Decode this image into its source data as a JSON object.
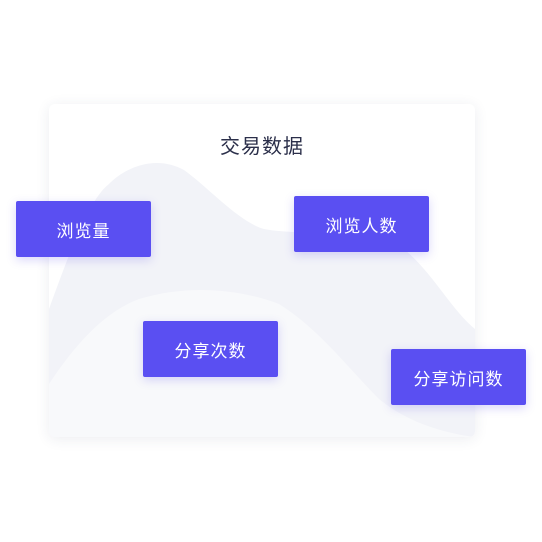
{
  "card": {
    "title": "交易数据"
  },
  "tags": [
    {
      "label": "浏览量"
    },
    {
      "label": "浏览人数"
    },
    {
      "label": "分享次数"
    },
    {
      "label": "分享访问数"
    }
  ],
  "colors": {
    "tag_background": "#5a4ff2",
    "tag_text": "#ffffff",
    "title_text": "#2b2f4a",
    "card_background": "#ffffff",
    "wave_back": "#f2f3f8",
    "wave_front": "#f7f8fb"
  }
}
